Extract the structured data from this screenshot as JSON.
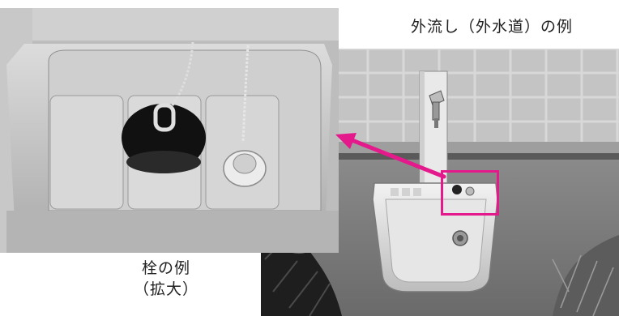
{
  "captions": {
    "outdoor_sink": "外流し（外水道）の例",
    "plug_example_line1": "栓の例",
    "plug_example_line2": "（拡大）"
  },
  "colors": {
    "highlight": "#e4198b"
  }
}
